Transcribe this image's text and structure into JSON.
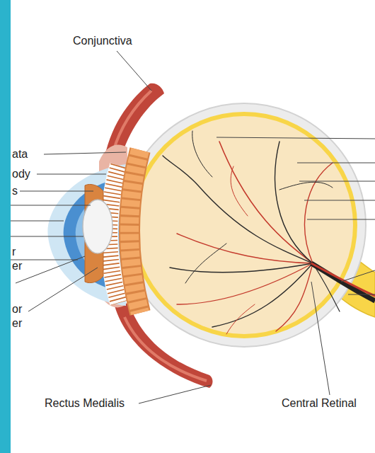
{
  "diagram": {
    "labels": [
      "Conjunctiva",
      "ata",
      "ody",
      "s",
      "r er",
      "or er",
      "Rectus Medialis",
      "Central Retinal"
    ]
  }
}
